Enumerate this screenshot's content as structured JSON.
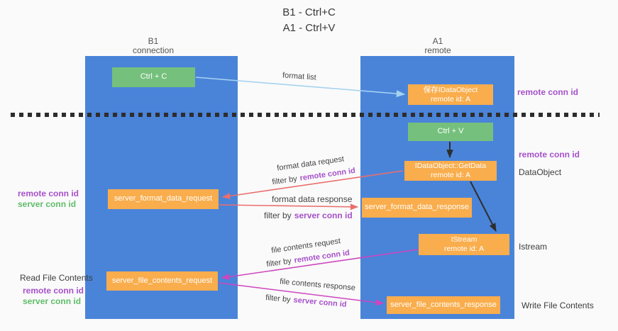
{
  "title": {
    "line1": "B1 - Ctrl+C",
    "line2": "A1 - Ctrl+V"
  },
  "lanes": {
    "left": {
      "name": "B1",
      "role": "connection"
    },
    "right": {
      "name": "A1",
      "role": "remote"
    }
  },
  "boxes": {
    "ctrl_c": {
      "label": "Ctrl + C"
    },
    "save_idataobject": {
      "title": "保存IDataObject",
      "subtitle": "remote id: A"
    },
    "ctrl_v": {
      "label": "Ctrl + V"
    },
    "getdata": {
      "title": "IDataObject::GetData",
      "subtitle": "remote id: A"
    },
    "server_format_data_request": {
      "label": "server_format_data_request"
    },
    "server_format_data_response": {
      "label": "server_format_data_response"
    },
    "istream": {
      "title": "IStream",
      "subtitle": "remote id: A"
    },
    "server_file_contents_request": {
      "label": "server_file_contents_request"
    },
    "server_file_contents_response": {
      "label": "server_file_contents_response"
    }
  },
  "arrow_labels": {
    "format_list": "format list",
    "format_data_request": "format data request",
    "format_data_response": "format data response",
    "file_contents_request": "file contents request",
    "file_contents_response": "file contents response",
    "filter_by": "filter by",
    "remote_conn_id": "remote conn id",
    "server_conn_id": "server conn id"
  },
  "side_labels": {
    "left_mid": {
      "remote": "remote conn id",
      "server": "server conn id"
    },
    "left_bottom": {
      "title": "Read File Contents",
      "remote": "remote conn id",
      "server": "server conn id"
    },
    "right_top_remote": "remote conn id",
    "right_mid_remote": "remote conn id",
    "right_dataobject": "DataObject",
    "right_istream": "Istream",
    "right_write": "Write File Contents"
  },
  "colors": {
    "lane_blue": "#4a84d9",
    "box_green": "#75c07c",
    "box_orange": "#f9ad4c",
    "id_purple": "#a651c9",
    "id_green": "#5fbd68",
    "arrow_red": "#eb6e6e",
    "arrow_magenta": "#cd46be",
    "arrow_lightblue": "#a5d2f0",
    "arrow_black": "#2e2e2e"
  }
}
